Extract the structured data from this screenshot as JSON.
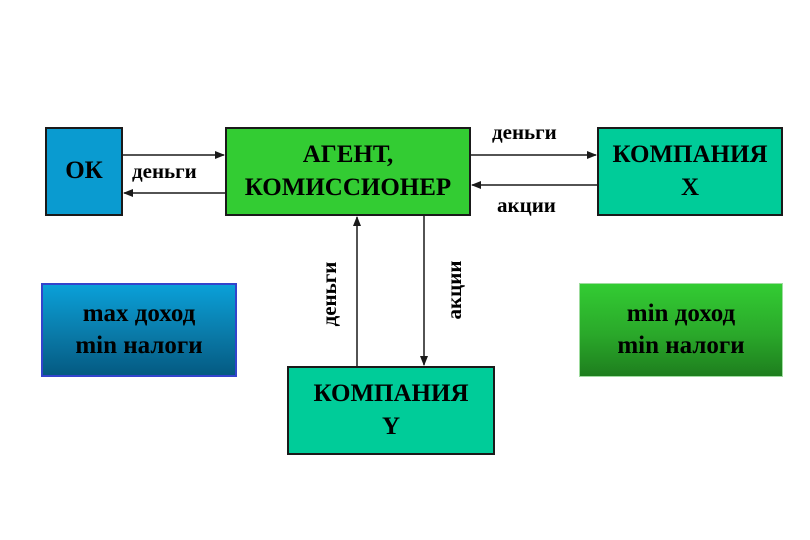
{
  "boxes": {
    "ok": {
      "label": "ОК"
    },
    "agent": {
      "line1": "АГЕНТ,",
      "line2": "КОМИССИОНЕР"
    },
    "company_x": {
      "line1": "КОМПАНИЯ",
      "line2": "X"
    },
    "company_y": {
      "line1": "КОМПАНИЯ",
      "line2": "Y"
    },
    "goal_left": {
      "line1": "max доход",
      "line2": "min налоги"
    },
    "goal_right": {
      "line1": "min доход",
      "line2": "min налоги"
    }
  },
  "edges": {
    "ok_agent": {
      "label": "деньги"
    },
    "agent_x_money": {
      "label": "деньги"
    },
    "x_agent_shares": {
      "label": "акции"
    },
    "y_agent_money": {
      "label": "деньги"
    },
    "agent_y_shares": {
      "label": "акции"
    }
  },
  "colors": {
    "ok": "#0a9bd0",
    "agent": "#33cc33",
    "company": "#00cc99",
    "arrow": "#1a1a1a"
  }
}
